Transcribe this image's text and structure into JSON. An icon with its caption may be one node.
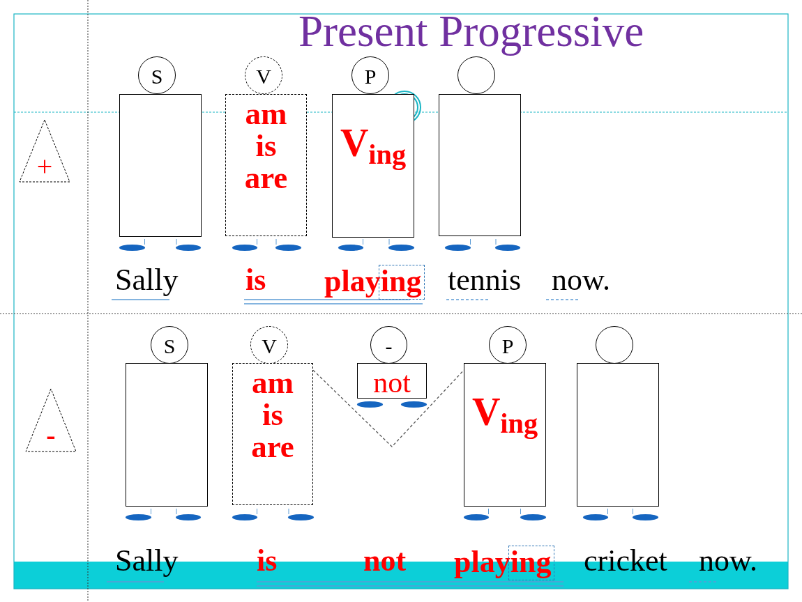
{
  "diagram": {
    "title": "Present Progressive",
    "nodes": [
      {
        "text": [
          "+"
        ]
      },
      {
        "text": [
          "S"
        ]
      },
      {
        "text": [],
        "shape": "box"
      },
      {
        "text": [
          "V"
        ]
      },
      {
        "text": [
          "am is are"
        ]
      },
      {
        "text": [
          "P"
        ]
      },
      {
        "text": [
          "V$_{ing}$"
        ]
      },
      {
        "text": [],
        "shape": "circle"
      },
      {
        "text": [],
        "shape": "box"
      },
      {
        "text": [
          "-"
        ]
      },
      {
        "text": [
          "S"
        ]
      },
      {
        "text": [],
        "shape": "box"
      },
      {
        "text": [
          "V"
        ]
      },
      {
        "text": [
          "am is are"
        ]
      },
      {
        "text": [
          "-"
        ]
      },
      {
        "text": [
          "not"
        ]
      },
      {
        "text": [
          "P"
        ]
      },
      {
        "text": [
          "V$_{ing}$"
        ]
      },
      {
        "text": [],
        "shape": "circle"
      },
      {
        "text": [],
        "shape": "box"
      }
    ],
    "edges": [
      {
        "from": 13,
        "to": 17,
        "arrow": "none",
        "style": "dashed"
      }
    ],
    "labels": [
      "Sally",
      "is",
      "playing",
      "tennis",
      "now.",
      "Sally",
      "is",
      "not",
      "playing",
      "cricket",
      "now."
    ]
  }
}
